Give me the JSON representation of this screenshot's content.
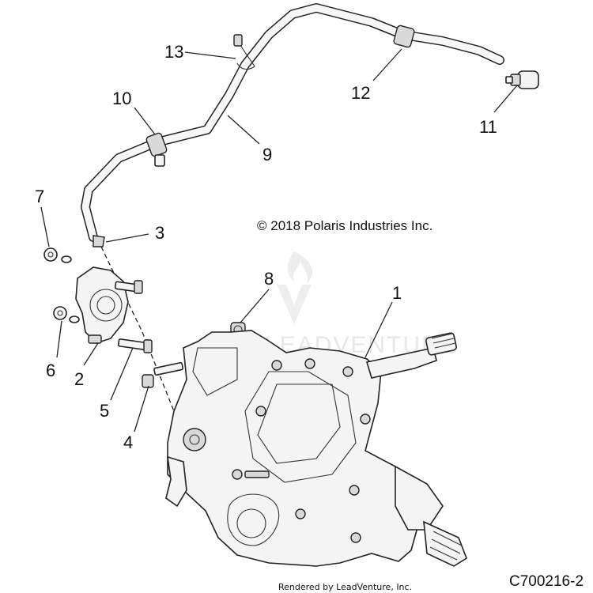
{
  "copyright": "© 2018 Polaris Industries Inc.",
  "watermark": "LEADVENTURE",
  "document_id": "C700216-2",
  "rendered_by": "Rendered by LeadVenture, Inc.",
  "callouts": {
    "c1": "1",
    "c2": "2",
    "c3": "3",
    "c4": "4",
    "c5": "5",
    "c6": "6",
    "c7": "7",
    "c8": "8",
    "c9": "9",
    "c10": "10",
    "c11": "11",
    "c12": "12",
    "c13": "13"
  }
}
